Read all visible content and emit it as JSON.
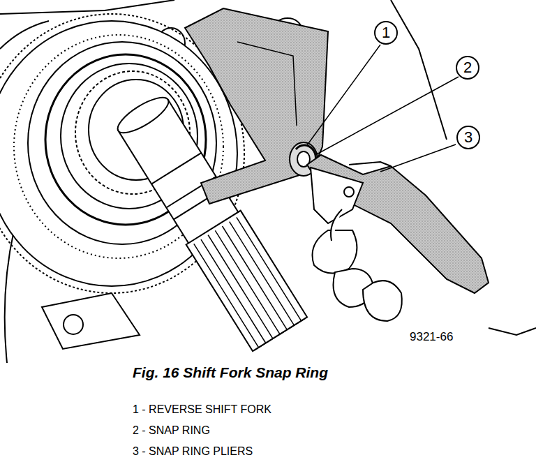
{
  "diagram": {
    "caption": "Fig. 16 Shift Fork Snap Ring",
    "nodes": [
      {
        "text": [
          "1"
        ]
      },
      {
        "text": [
          "2"
        ]
      },
      {
        "text": [
          "3"
        ]
      }
    ],
    "labels": [
      "9321-66",
      "1 - REVERSE SHIFT FORK",
      "2 - SNAP RING",
      "3 - SNAP RING PLIERS"
    ]
  }
}
